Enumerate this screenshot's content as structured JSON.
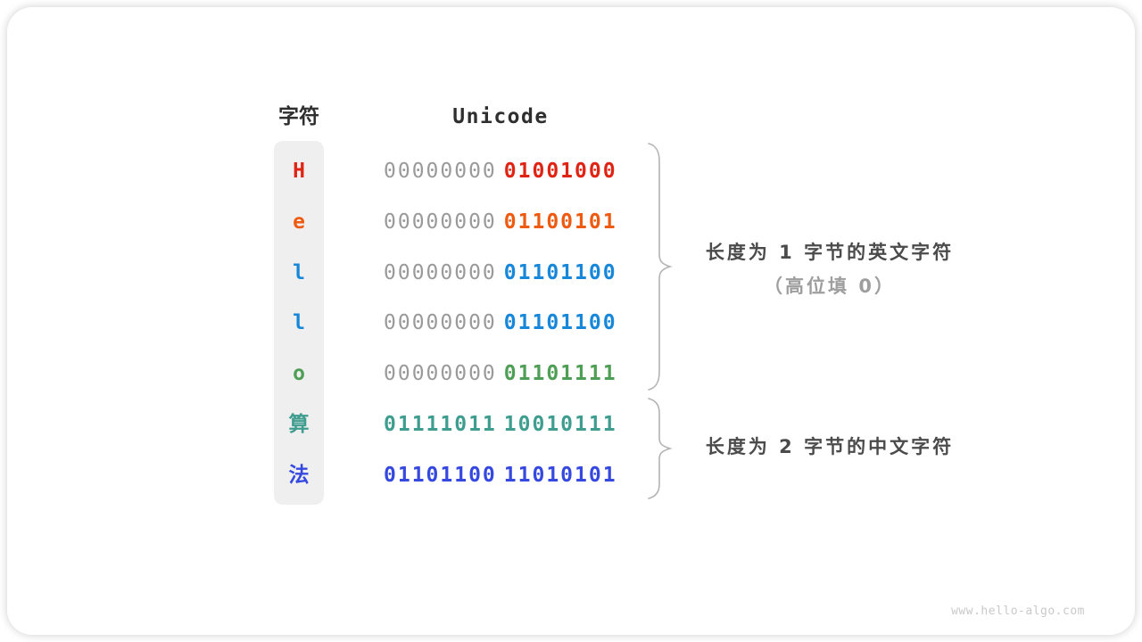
{
  "palette": {
    "red": "#e02413",
    "orange": "#ee5a10",
    "blue": "#1787d9",
    "green": "#4f9e55",
    "teal": "#3f9d8f",
    "indigo": "#3548df",
    "gray_bits": "#9a9a9a",
    "header_text": "#2f2f2f",
    "annotation_dark": "#4b4b4b",
    "annotation_gray": "#9e9e9e",
    "brace": "#b3b3b3",
    "watermark": "#c9c9c9",
    "char_column_bg": "#efefef"
  },
  "figure": {
    "headers": {
      "char": "字符",
      "unicode": "Unicode"
    },
    "rows": [
      {
        "char": "H",
        "byte1": "00000000",
        "byte2": "01001000"
      },
      {
        "char": "e",
        "byte1": "00000000",
        "byte2": "01100101"
      },
      {
        "char": "l",
        "byte1": "00000000",
        "byte2": "01101100"
      },
      {
        "char": "l",
        "byte1": "00000000",
        "byte2": "01101100"
      },
      {
        "char": "o",
        "byte1": "00000000",
        "byte2": "01101111"
      },
      {
        "char": "算",
        "byte1": "01111011",
        "byte2": "10010111"
      },
      {
        "char": "法",
        "byte1": "01101100",
        "byte2": "11010101"
      }
    ],
    "annotations": {
      "english_line1": "长度为 1 字节的英文字符",
      "english_line2": "（高位填 0）",
      "chinese_line1": "长度为 2 字节的中文字符"
    },
    "watermark": "www.hello-algo.com"
  }
}
